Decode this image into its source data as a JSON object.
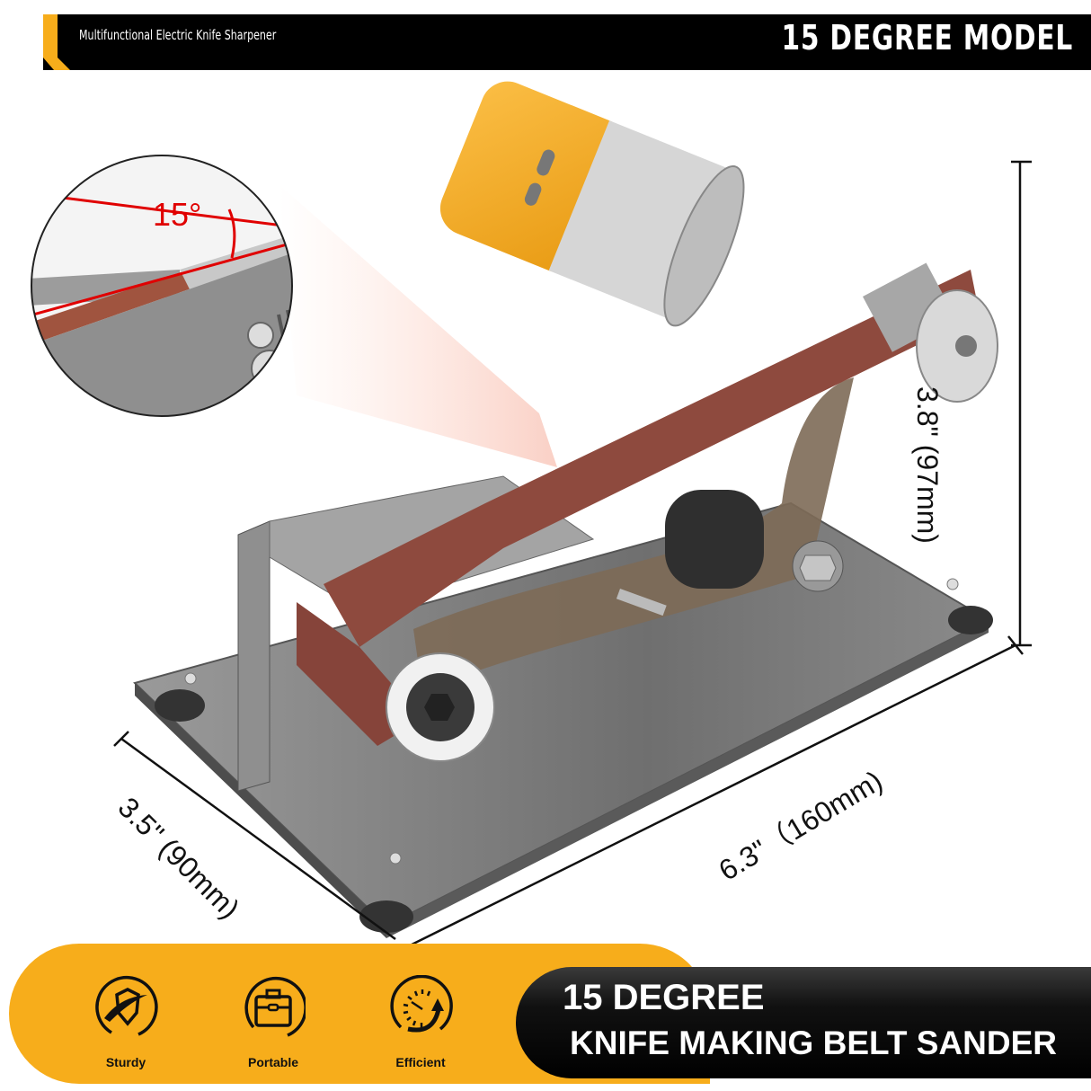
{
  "header": {
    "subtitle": "Multifunctional Electric Knife Sharpener",
    "model_label": "15 DEGREE MODEL",
    "accent_color": "#F7AD1B",
    "background_color": "#000000"
  },
  "callout": {
    "angle_label": "15°",
    "line_color": "#E00000"
  },
  "dimensions": {
    "height": "3.8\" (97mm)",
    "width": "3.5\" (90mm)",
    "length": "6.3\"（160mm)"
  },
  "features": [
    {
      "label": "Sturdy",
      "icon": "shield-icon"
    },
    {
      "label": "Portable",
      "icon": "briefcase-icon"
    },
    {
      "label": "Efficient",
      "icon": "speedometer-icon"
    }
  ],
  "title": {
    "line1": "15 DEGREE",
    "line2": "KNIFE MAKING BELT SANDER"
  },
  "colors": {
    "accent": "#F7AD1B",
    "motor": "#F5A623",
    "belt": "#8E4A3E",
    "metal": "#9A9A9A"
  }
}
